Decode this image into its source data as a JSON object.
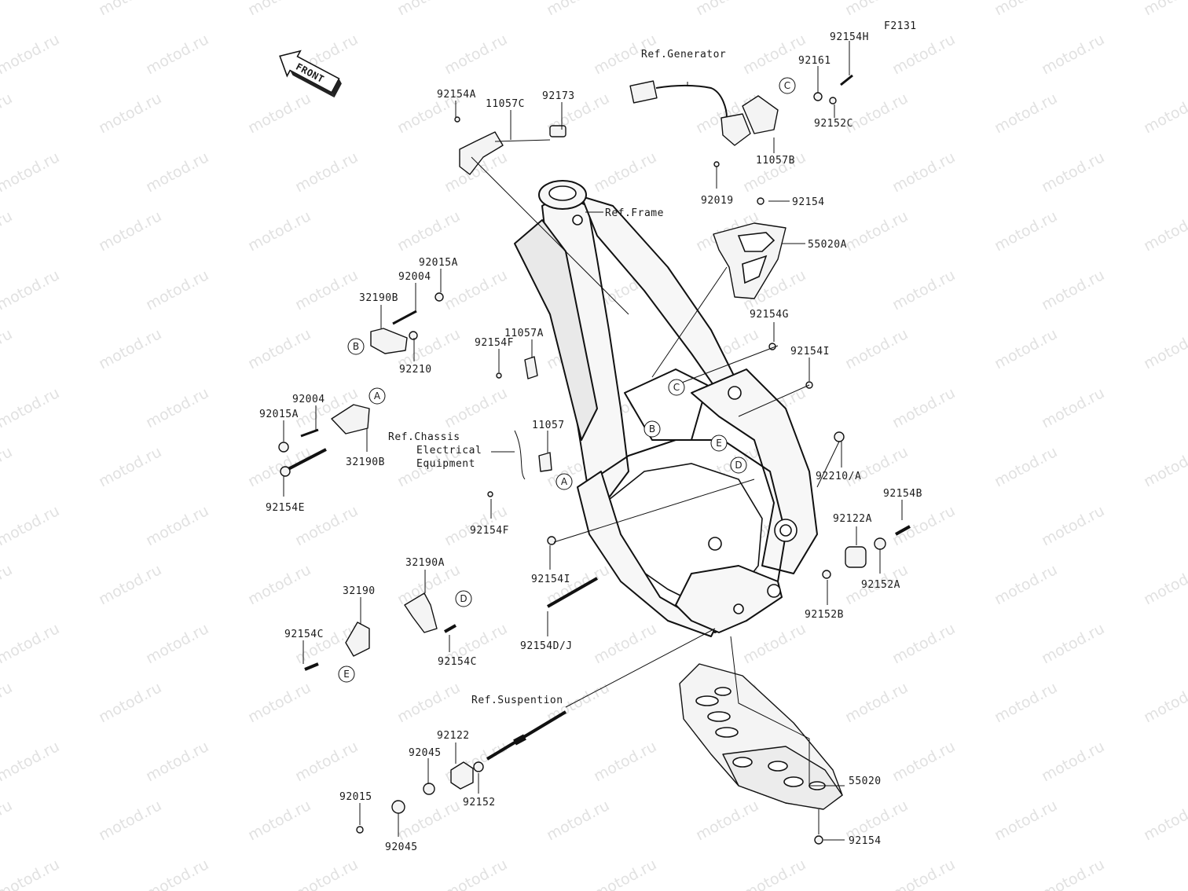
{
  "diagram_code": "F2131",
  "direction": "FRONT",
  "watermark": "motod.ru",
  "parts": [
    {
      "id": "p92154H",
      "label": "92154H"
    },
    {
      "id": "p92161",
      "label": "92161"
    },
    {
      "id": "p92152C",
      "label": "92152C"
    },
    {
      "id": "p11057B",
      "label": "11057B"
    },
    {
      "id": "p92019",
      "label": "92019"
    },
    {
      "id": "p92154A",
      "label": "92154A"
    },
    {
      "id": "p11057C",
      "label": "11057C"
    },
    {
      "id": "p92173",
      "label": "92173"
    },
    {
      "id": "p92154_top",
      "label": "92154"
    },
    {
      "id": "p55020A",
      "label": "55020A"
    },
    {
      "id": "p92015A_1",
      "label": "92015A"
    },
    {
      "id": "p92004_1",
      "label": "92004"
    },
    {
      "id": "p32190B_1",
      "label": "32190B"
    },
    {
      "id": "p92210",
      "label": "92210"
    },
    {
      "id": "p11057A",
      "label": "11057A"
    },
    {
      "id": "p92154F_1",
      "label": "92154F"
    },
    {
      "id": "p92154G",
      "label": "92154G"
    },
    {
      "id": "p92154I_1",
      "label": "92154I"
    },
    {
      "id": "p92004_2",
      "label": "92004"
    },
    {
      "id": "p92015A_2",
      "label": "92015A"
    },
    {
      "id": "p32190B_2",
      "label": "32190B"
    },
    {
      "id": "p92154E",
      "label": "92154E"
    },
    {
      "id": "p11057",
      "label": "11057"
    },
    {
      "id": "p92154F_2",
      "label": "92154F"
    },
    {
      "id": "p92210A",
      "label": "92210/A"
    },
    {
      "id": "p92154B",
      "label": "92154B"
    },
    {
      "id": "p92122A",
      "label": "92122A"
    },
    {
      "id": "p92152A",
      "label": "92152A"
    },
    {
      "id": "p92152B",
      "label": "92152B"
    },
    {
      "id": "p92154I_2",
      "label": "92154I"
    },
    {
      "id": "p32190A",
      "label": "32190A"
    },
    {
      "id": "p32190",
      "label": "32190"
    },
    {
      "id": "p92154C_1",
      "label": "92154C"
    },
    {
      "id": "p92154C_2",
      "label": "92154C"
    },
    {
      "id": "p92154DJ",
      "label": "92154D/J"
    },
    {
      "id": "p92122",
      "label": "92122"
    },
    {
      "id": "p92045_1",
      "label": "92045"
    },
    {
      "id": "p92015",
      "label": "92015"
    },
    {
      "id": "p92045_2",
      "label": "92045"
    },
    {
      "id": "p92152",
      "label": "92152"
    },
    {
      "id": "p55020",
      "label": "55020"
    },
    {
      "id": "p92154_bottom",
      "label": "92154"
    }
  ],
  "references": {
    "generator": "Ref.Generator",
    "frame": "Ref.Frame",
    "chassis_line1": "Ref.Chassis",
    "chassis_line2": "Electrical",
    "chassis_line3": "Equipment",
    "suspension": "Ref.Suspention"
  },
  "markers": [
    "A",
    "B",
    "C",
    "D",
    "E"
  ]
}
